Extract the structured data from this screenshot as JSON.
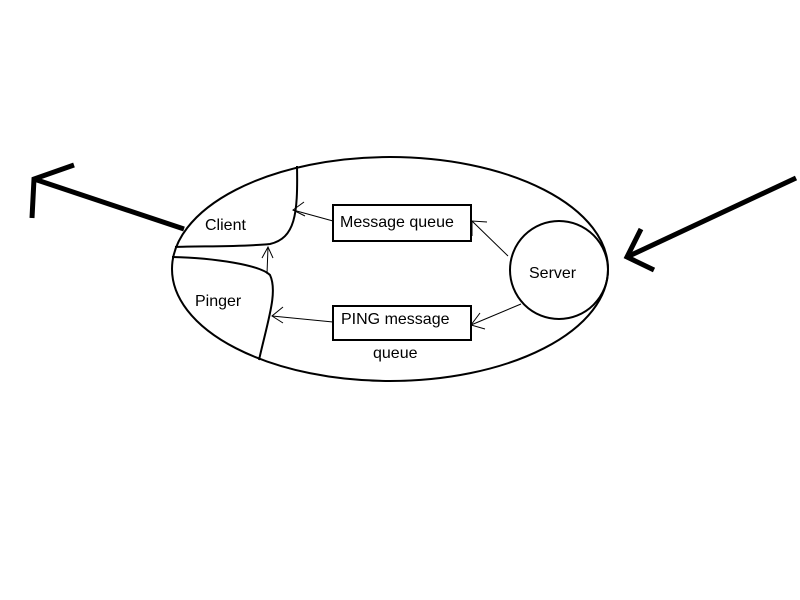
{
  "diagram": {
    "nodes": {
      "client": {
        "label": "Client"
      },
      "pinger": {
        "label": "Pinger"
      },
      "server": {
        "label": "Server"
      },
      "message_queue": {
        "label": "Message queue"
      },
      "ping_queue": {
        "label_line1": "PING message",
        "label_line2": "queue"
      }
    },
    "edges": [
      {
        "from": "server",
        "to": "message_queue"
      },
      {
        "from": "message_queue",
        "to": "client"
      },
      {
        "from": "server",
        "to": "ping_queue"
      },
      {
        "from": "ping_queue",
        "to": "pinger"
      },
      {
        "from": "pinger",
        "to": "client"
      }
    ],
    "external_arrows": [
      {
        "direction": "incoming",
        "target": "server"
      },
      {
        "direction": "outgoing",
        "source": "client"
      }
    ],
    "colors": {
      "stroke": "#000000",
      "background": "#ffffff"
    }
  }
}
